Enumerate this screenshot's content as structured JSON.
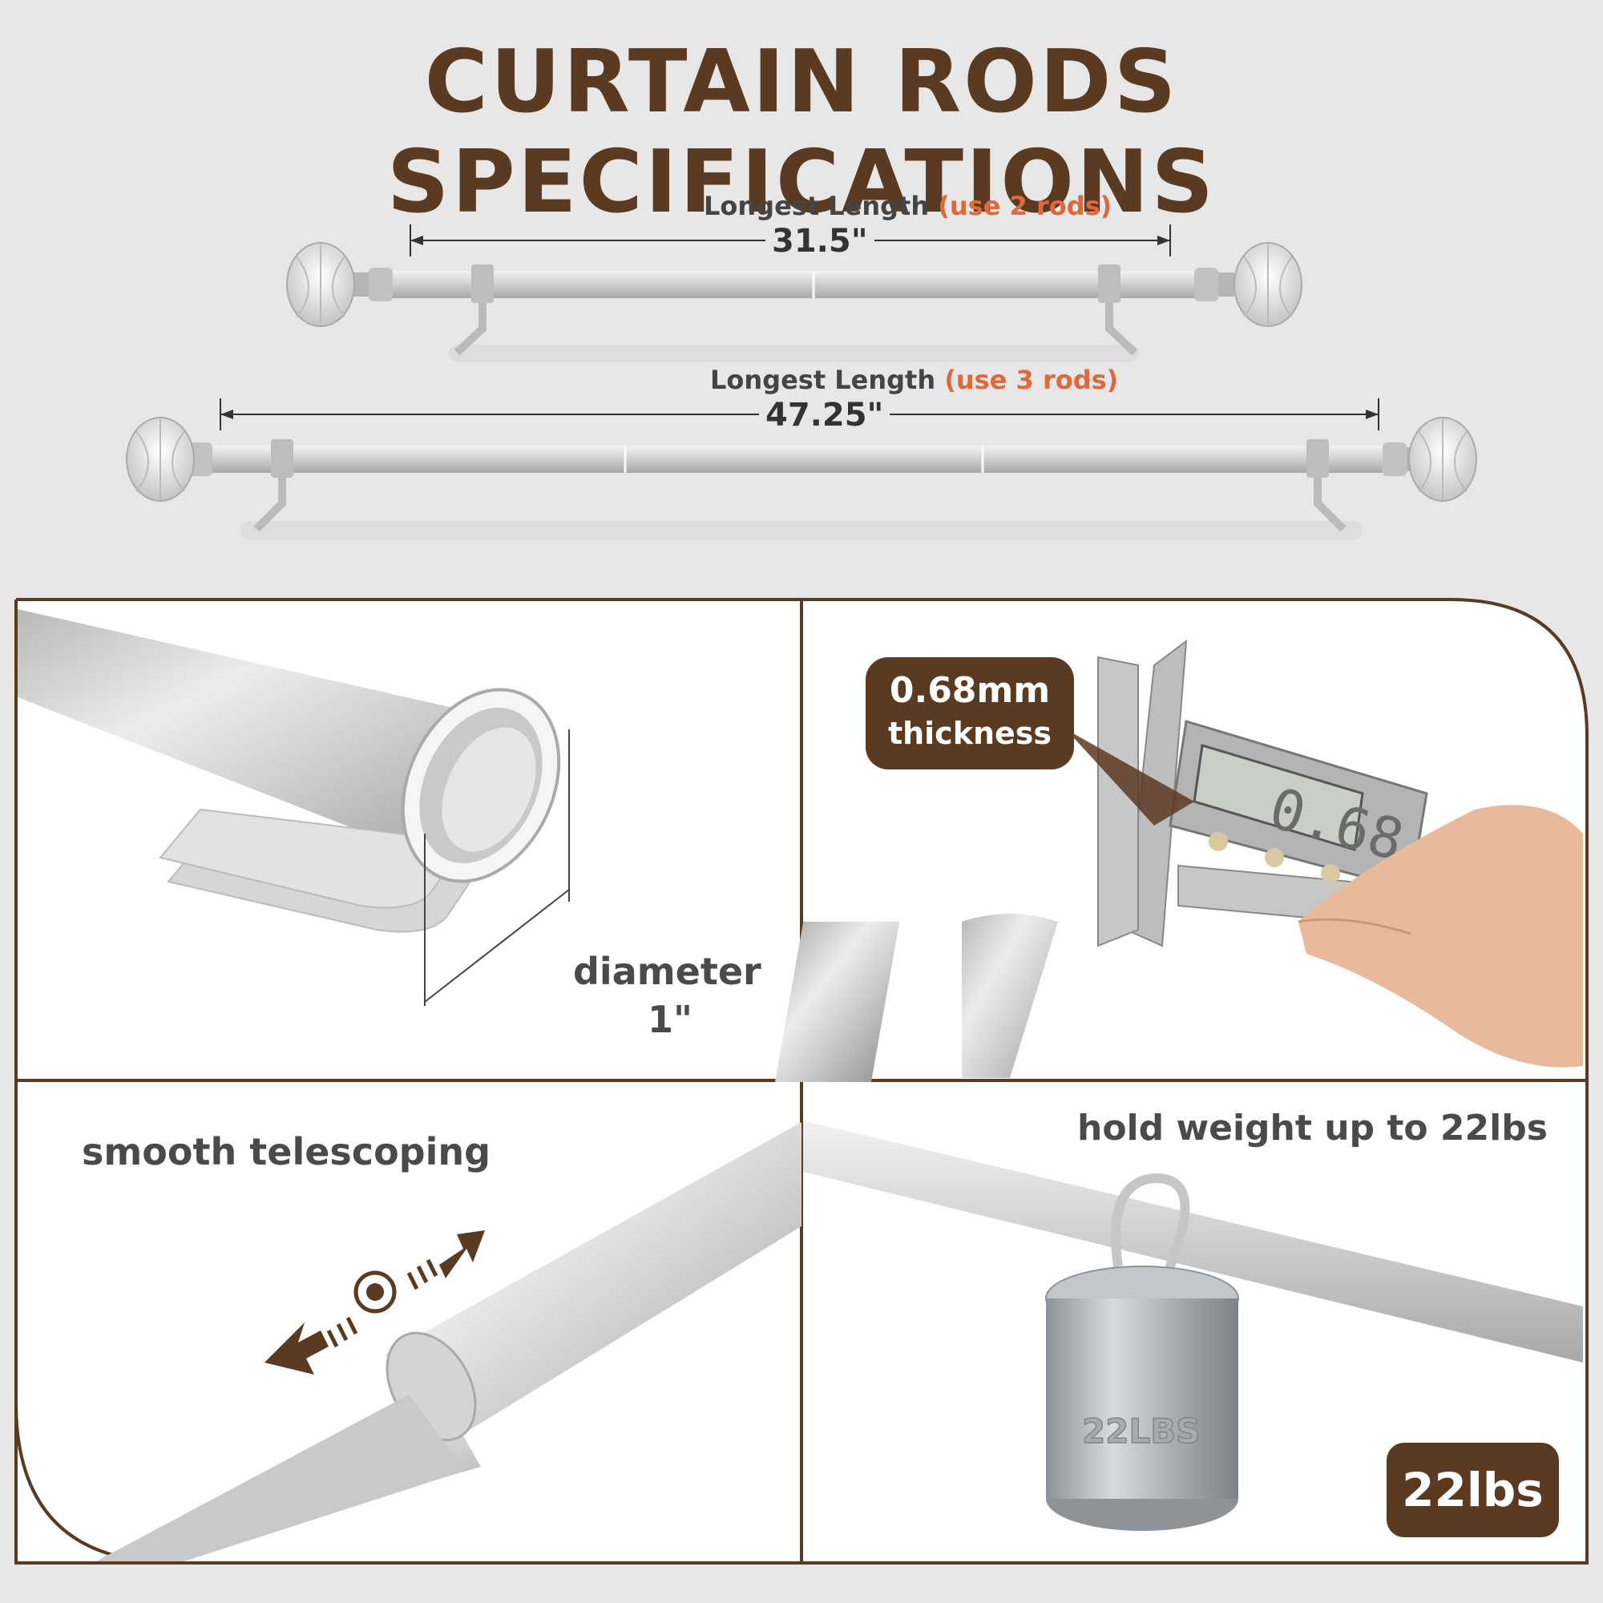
{
  "page": {
    "title": "CURTAIN RODS SPECIFICATIONS"
  },
  "rods": [
    {
      "label": "Longest Length",
      "highlight": "(use 2 rods)",
      "value": "31.5\""
    },
    {
      "label": "Longest Length",
      "highlight": "(use 3 rods)",
      "value": "47.25\""
    }
  ],
  "panels": {
    "diameter": {
      "label": "diameter",
      "value": "1\""
    },
    "thickness": {
      "value": "0.68mm",
      "label": "thickness",
      "readout": "0.68"
    },
    "telescoping": {
      "label": "smooth telescoping"
    },
    "weight": {
      "label": "hold weight up to 22lbs",
      "badge": "22lbs",
      "stamp": "22LBS"
    }
  },
  "colors": {
    "brand_brown": "#5b3a22",
    "accent_orange": "#e0683a",
    "background": "#e7e7e7",
    "rod_silver": "#c9c9c9"
  },
  "icons": [
    "finial-icon",
    "bracket-icon",
    "caliper-icon",
    "arrow-left-icon",
    "arrow-right-icon",
    "target-icon",
    "weight-icon",
    "hook-icon"
  ]
}
